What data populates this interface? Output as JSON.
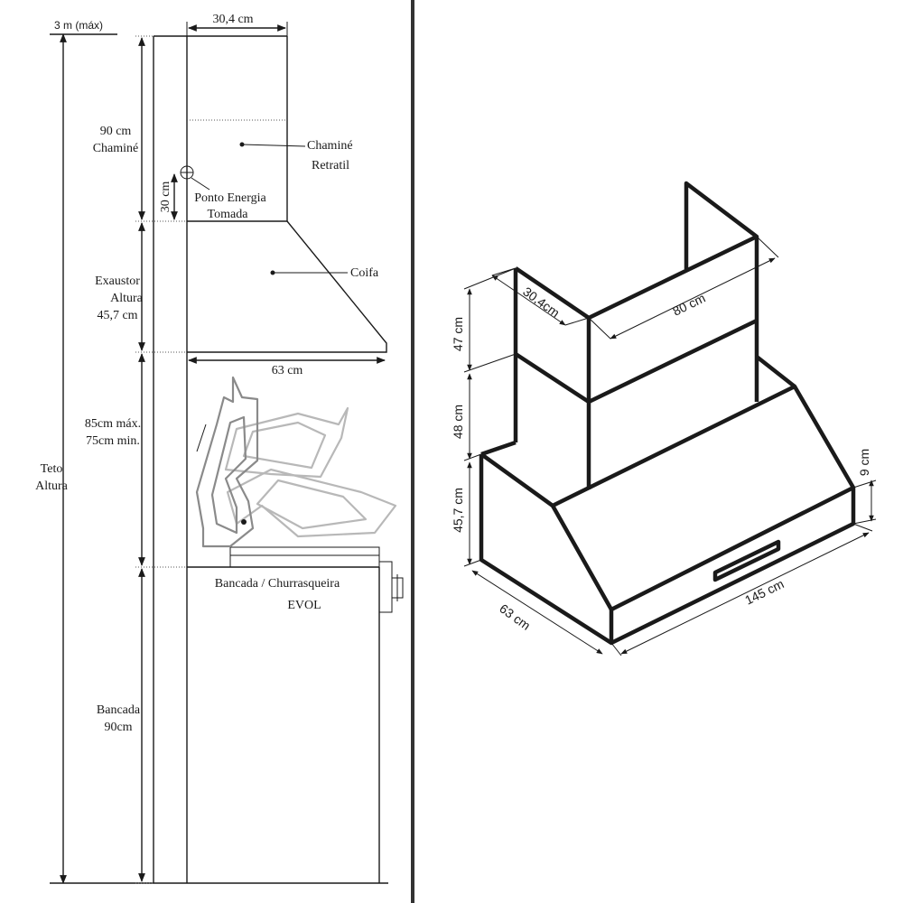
{
  "side_view": {
    "max_height_label": "3 m (máx)",
    "chimney_width": "30,4 cm",
    "chimney_height": [
      "90 cm",
      "Chaminé"
    ],
    "chimney_callout": [
      "Chaminé",
      "Retratil"
    ],
    "outlet_height": "30 cm",
    "outlet_callout": [
      "Ponto Energia",
      "Tomada"
    ],
    "hood_height": [
      "Exaustor",
      "Altura",
      "45,7 cm"
    ],
    "hood_callout": "Coifa",
    "hood_depth": "63 cm",
    "clearance": [
      "85cm máx.",
      "75cm min."
    ],
    "ceiling_height": [
      "Teto",
      "Altura"
    ],
    "counter_label": [
      "Bancada / Churrasqueira",
      "EVOL"
    ],
    "counter_height": [
      "Bancada",
      "90cm"
    ]
  },
  "iso_view": {
    "chimney_depth": "30,4cm",
    "chimney_width": "80 cm",
    "upper_chimney_height": "47 cm",
    "lower_chimney_height": "48 cm",
    "hood_height": "45,7 cm",
    "front_band_height": "9 cm",
    "hood_depth": "63 cm",
    "hood_width": "145 cm"
  }
}
